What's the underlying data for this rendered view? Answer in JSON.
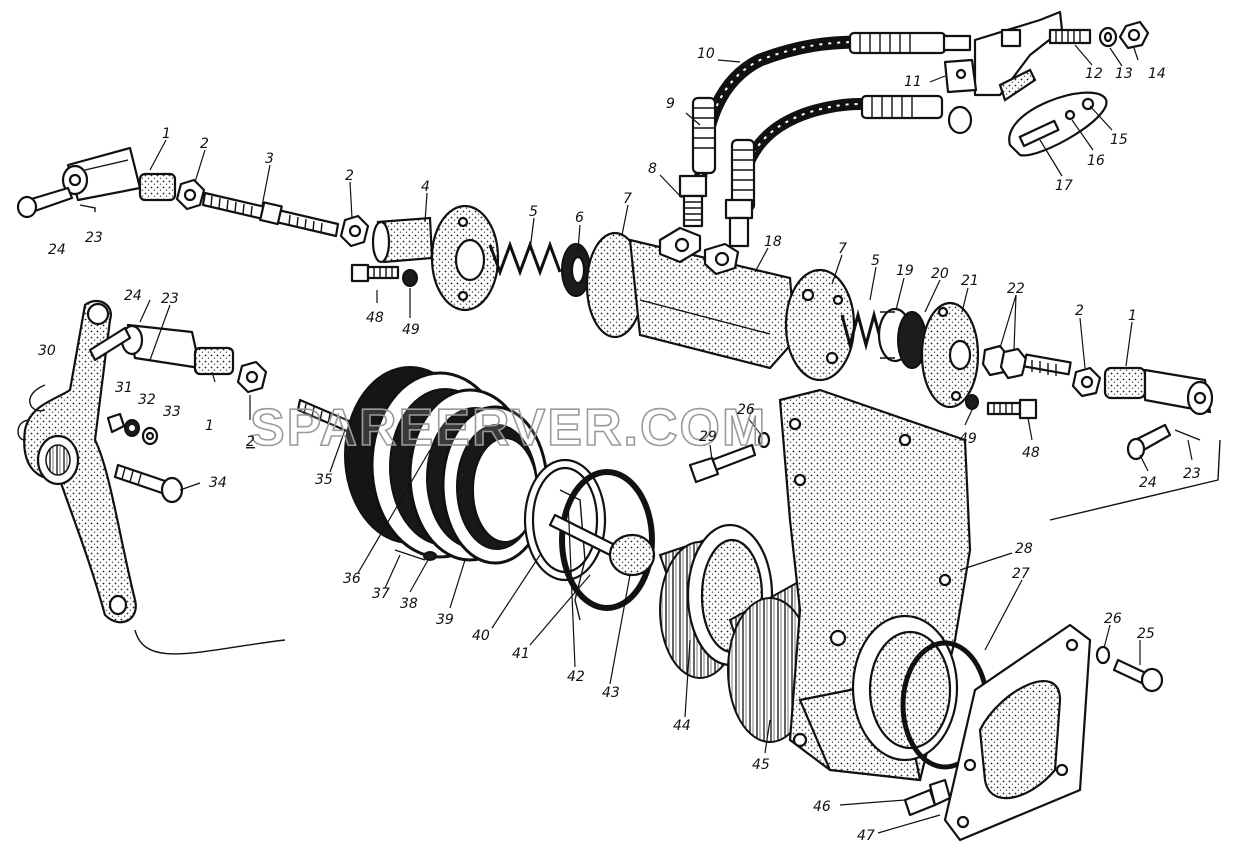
{
  "diagram": {
    "watermark": "SPAREERVER.COM",
    "callouts": [
      {
        "id": "c1a",
        "label": "1"
      },
      {
        "id": "c2a",
        "label": "2"
      },
      {
        "id": "c3",
        "label": "3"
      },
      {
        "id": "c2b",
        "label": "2"
      },
      {
        "id": "c4",
        "label": "4"
      },
      {
        "id": "c5a",
        "label": "5"
      },
      {
        "id": "c6",
        "label": "6"
      },
      {
        "id": "c7a",
        "label": "7"
      },
      {
        "id": "c8",
        "label": "8"
      },
      {
        "id": "c9",
        "label": "9"
      },
      {
        "id": "c10",
        "label": "10"
      },
      {
        "id": "c11",
        "label": "11"
      },
      {
        "id": "c12",
        "label": "12"
      },
      {
        "id": "c13",
        "label": "13"
      },
      {
        "id": "c14",
        "label": "14"
      },
      {
        "id": "c15",
        "label": "15"
      },
      {
        "id": "c16",
        "label": "16"
      },
      {
        "id": "c17",
        "label": "17"
      },
      {
        "id": "c18",
        "label": "18"
      },
      {
        "id": "c7b",
        "label": "7"
      },
      {
        "id": "c5b",
        "label": "5"
      },
      {
        "id": "c19",
        "label": "19"
      },
      {
        "id": "c20",
        "label": "20"
      },
      {
        "id": "c21",
        "label": "21"
      },
      {
        "id": "c22",
        "label": "22"
      },
      {
        "id": "c2c",
        "label": "2"
      },
      {
        "id": "c1b",
        "label": "1"
      },
      {
        "id": "c24a",
        "label": "24"
      },
      {
        "id": "c23a",
        "label": "23"
      },
      {
        "id": "c48a",
        "label": "48"
      },
      {
        "id": "c49a",
        "label": "49"
      },
      {
        "id": "c24b",
        "label": "24"
      },
      {
        "id": "c23b",
        "label": "23"
      },
      {
        "id": "c30",
        "label": "30"
      },
      {
        "id": "c31",
        "label": "31"
      },
      {
        "id": "c32",
        "label": "32"
      },
      {
        "id": "c33",
        "label": "33"
      },
      {
        "id": "c1c",
        "label": "1"
      },
      {
        "id": "c2d",
        "label": "2"
      },
      {
        "id": "c34",
        "label": "34"
      },
      {
        "id": "c35",
        "label": "35"
      },
      {
        "id": "c36",
        "label": "36"
      },
      {
        "id": "c37",
        "label": "37"
      },
      {
        "id": "c38",
        "label": "38"
      },
      {
        "id": "c39",
        "label": "39"
      },
      {
        "id": "c40",
        "label": "40"
      },
      {
        "id": "c41",
        "label": "41"
      },
      {
        "id": "c42",
        "label": "42"
      },
      {
        "id": "c43",
        "label": "43"
      },
      {
        "id": "c44",
        "label": "44"
      },
      {
        "id": "c45",
        "label": "45"
      },
      {
        "id": "c46",
        "label": "46"
      },
      {
        "id": "c47",
        "label": "47"
      },
      {
        "id": "c26a",
        "label": "26"
      },
      {
        "id": "c29",
        "label": "29"
      },
      {
        "id": "c49b",
        "label": "49"
      },
      {
        "id": "c48b",
        "label": "48"
      },
      {
        "id": "c24c",
        "label": "24"
      },
      {
        "id": "c23c",
        "label": "23"
      },
      {
        "id": "c28",
        "label": "28"
      },
      {
        "id": "c27",
        "label": "27"
      },
      {
        "id": "c26b",
        "label": "26"
      },
      {
        "id": "c25",
        "label": "25"
      }
    ]
  }
}
